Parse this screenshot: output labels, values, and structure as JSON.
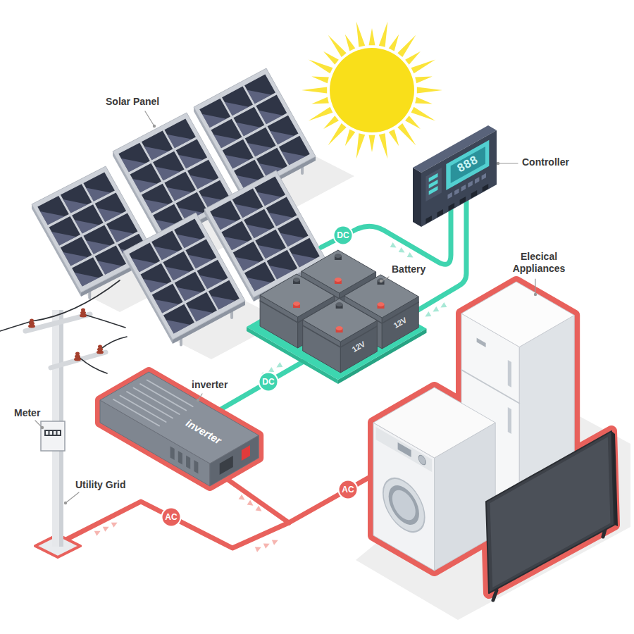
{
  "diagram": {
    "nodes": [
      {
        "text": [
          "DC"
        ]
      },
      {
        "text": [
          "DC"
        ]
      },
      {
        "text": [
          "AC"
        ]
      },
      {
        "text": [
          "AC"
        ]
      }
    ],
    "labels": [
      "Solar Panel",
      "Controller",
      "Battery",
      "Elecical Appliances",
      "inverter",
      "Meter",
      "Utility Grid",
      "888",
      "12V",
      "12V",
      "inverter"
    ]
  }
}
